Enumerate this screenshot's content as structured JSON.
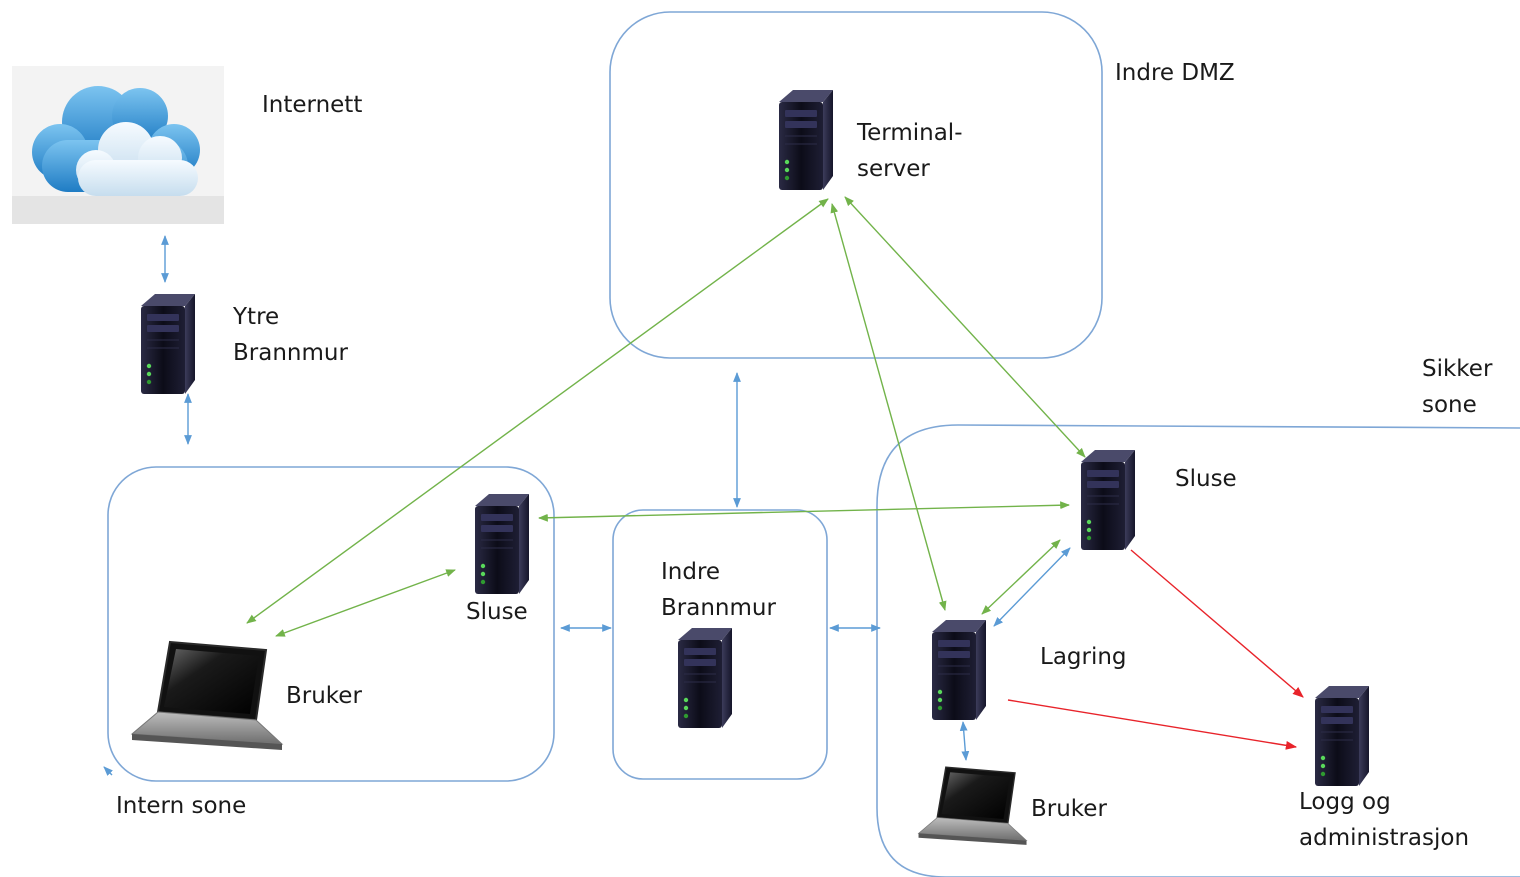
{
  "labels": {
    "internet": "Internett",
    "indre_dmz": "Indre DMZ",
    "terminal_server": [
      "Terminal-",
      "server"
    ],
    "ytre_brannmur": [
      "Ytre",
      "Brannmur"
    ],
    "sikker_sone": [
      "Sikker",
      "sone"
    ],
    "sluse_secure": "Sluse",
    "sluse_internal": "Sluse",
    "indre_brannmur": [
      "Indre",
      "Brannmur"
    ],
    "lagring": "Lagring",
    "bruker_internal": "Bruker",
    "bruker_secure": "Bruker",
    "logg": [
      "Logg og",
      "administrasjon"
    ],
    "intern_sone": "Intern sone"
  },
  "icons": {
    "cloud": "cloud-icon",
    "server": "server-tower-icon",
    "laptop": "laptop-icon"
  },
  "colors": {
    "zone_border": "#7fa7d6",
    "link_green": "#72b34a",
    "link_blue": "#5b9bd5",
    "link_red": "#e8232a"
  }
}
